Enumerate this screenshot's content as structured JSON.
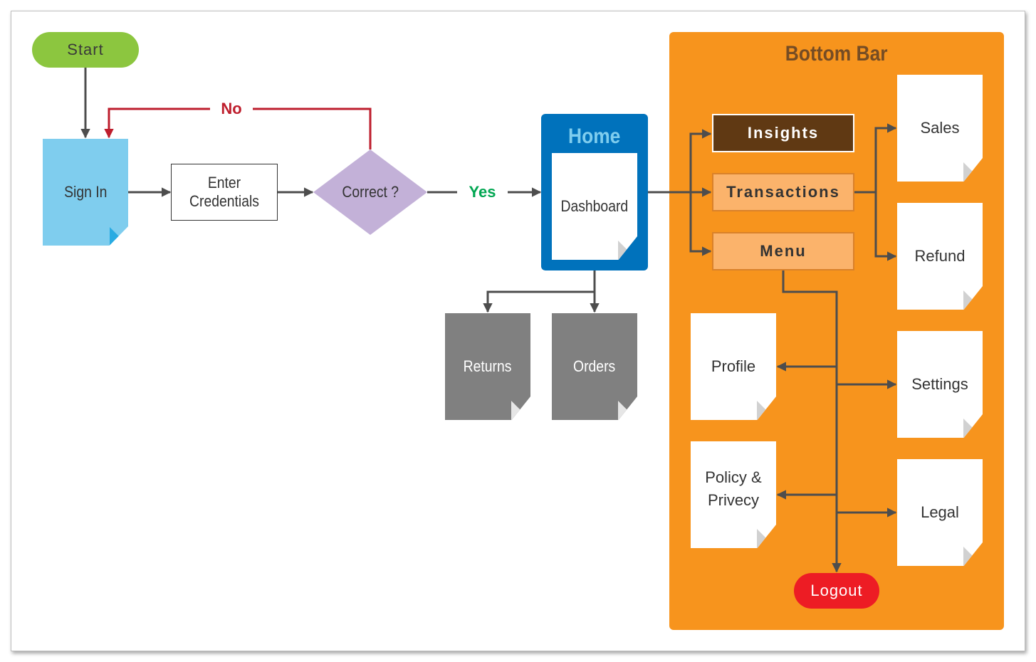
{
  "nodes": {
    "start": "Start",
    "sign_in": "Sign In",
    "enter_credentials": "Enter Credentials",
    "correct": "Correct ?",
    "no_label": "No",
    "yes_label": "Yes",
    "home_title": "Home",
    "dashboard": "Dashboard",
    "returns": "Returns",
    "orders": "Orders",
    "bottom_bar_title": "Bottom Bar",
    "insights": "Insights",
    "transactions": "Transactions",
    "menu": "Menu",
    "sales": "Sales",
    "refund": "Refund",
    "profile": "Profile",
    "settings": "Settings",
    "policy_line1": "Policy &",
    "policy_line2": "Privecy",
    "legal": "Legal",
    "logout": "Logout"
  },
  "colors": {
    "start": "#8cc63f",
    "sign_in": "#7fcdee",
    "decision": "#c3b1d8",
    "no": "#be1e2d",
    "yes": "#00a651",
    "home": "#0072bc",
    "home_title": "#7fcdee",
    "bottom_bar": "#f7941d",
    "insights": "#603913",
    "light_orange": "#fbb36b",
    "gray_doc": "#808080",
    "logout": "#ed1c24",
    "connector": "#4d4d4d"
  }
}
